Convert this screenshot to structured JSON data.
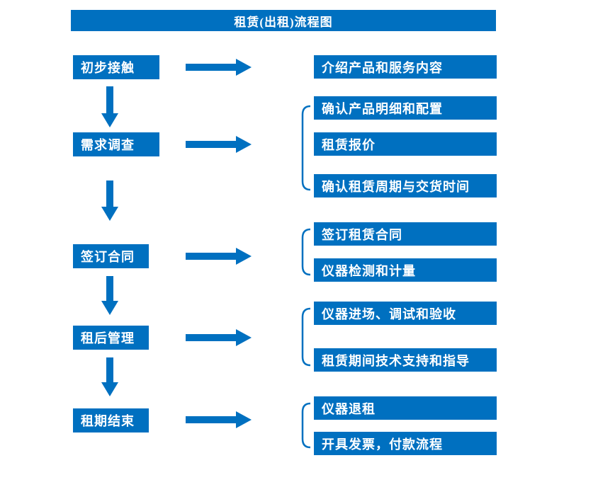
{
  "title": "租赁(出租)流程图",
  "colors": {
    "primary": "#0070C0",
    "box_text": "#FFFFFF",
    "background": "#FFFFFF"
  },
  "stages": [
    {
      "label": "初步接触",
      "details": [
        "介绍产品和服务内容"
      ]
    },
    {
      "label": "需求调查",
      "details": [
        "确认产品明细和配置",
        "租赁报价",
        "确认租赁周期与交货时间"
      ]
    },
    {
      "label": "签订合同",
      "details": [
        "签订租赁合同",
        "仪器检测和计量"
      ]
    },
    {
      "label": "租后管理",
      "details": [
        "仪器进场、调试和验收",
        "租赁期间技术支持和指导"
      ]
    },
    {
      "label": "租期结束",
      "details": [
        "仪器退租",
        "开具发票，付款流程"
      ]
    }
  ]
}
